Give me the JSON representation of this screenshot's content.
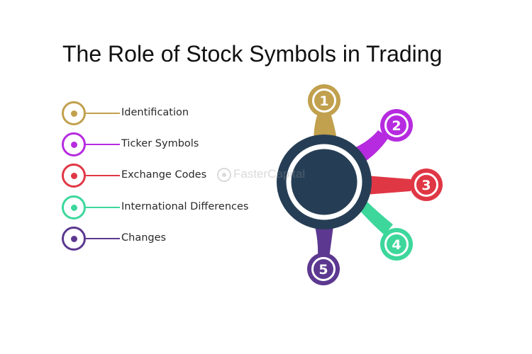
{
  "title": "The Role of Stock Symbols in Trading",
  "watermark": "FasterCapital",
  "items": [
    {
      "label": "Identification",
      "number": "1",
      "color": "#c1a04e"
    },
    {
      "label": "Ticker Symbols",
      "number": "2",
      "color": "#b62be0"
    },
    {
      "label": "Exchange Codes",
      "number": "3",
      "color": "#e03745"
    },
    {
      "label": "International Differences",
      "number": "4",
      "color": "#3dd79c"
    },
    {
      "label": "Changes",
      "number": "5",
      "color": "#5c3890"
    }
  ],
  "hub_color": "#263e55"
}
